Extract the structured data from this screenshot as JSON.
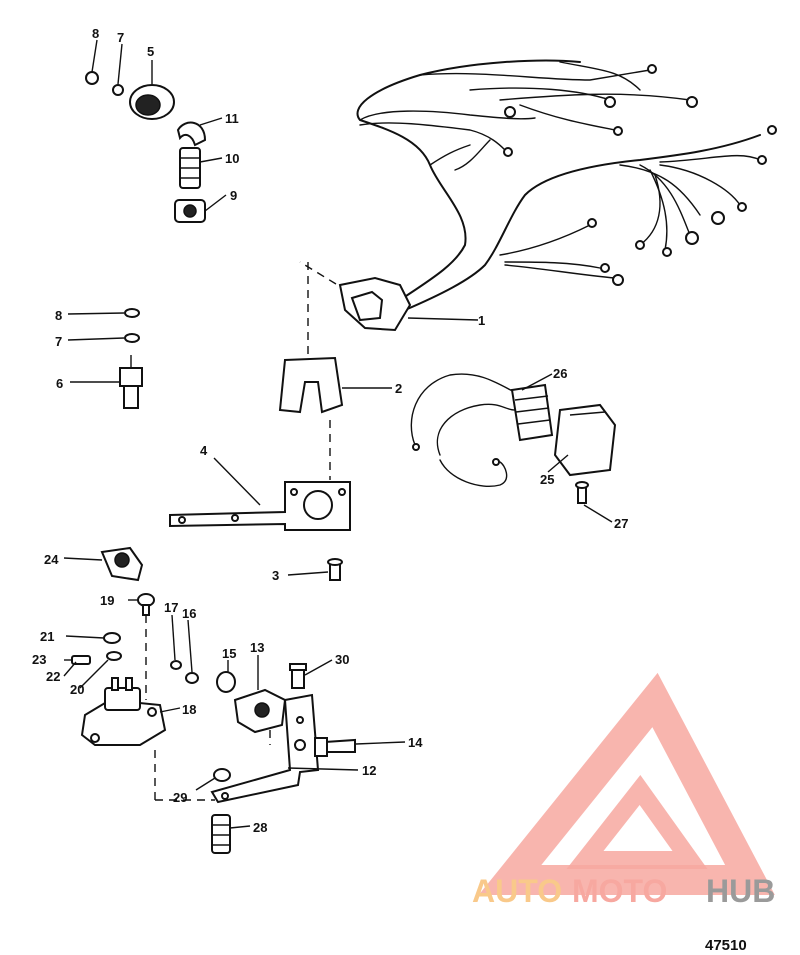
{
  "labels": {
    "l1": "1",
    "l2": "2",
    "l3": "3",
    "l4": "4",
    "l5": "5",
    "l6": "6",
    "l7a": "7",
    "l7b": "7",
    "l8a": "8",
    "l8b": "8",
    "l9": "9",
    "l10": "10",
    "l11": "11",
    "l12": "12",
    "l13": "13",
    "l14": "14",
    "l15": "15",
    "l16": "16",
    "l17": "17",
    "l18": "18",
    "l19": "19",
    "l20": "20",
    "l21": "21",
    "l22": "22",
    "l23": "23",
    "l24": "24",
    "l25": "25",
    "l26": "26",
    "l27": "27",
    "l28": "28",
    "l29": "29",
    "l30": "30"
  },
  "watermark": {
    "part1": "AUTO",
    "part2": "MOTO",
    "part3": "HUB",
    "color_primary": "#f7a8a0",
    "color_secondary": "#f9c98a",
    "color_tertiary": "#9a9a9a"
  },
  "figure_number": "47510"
}
